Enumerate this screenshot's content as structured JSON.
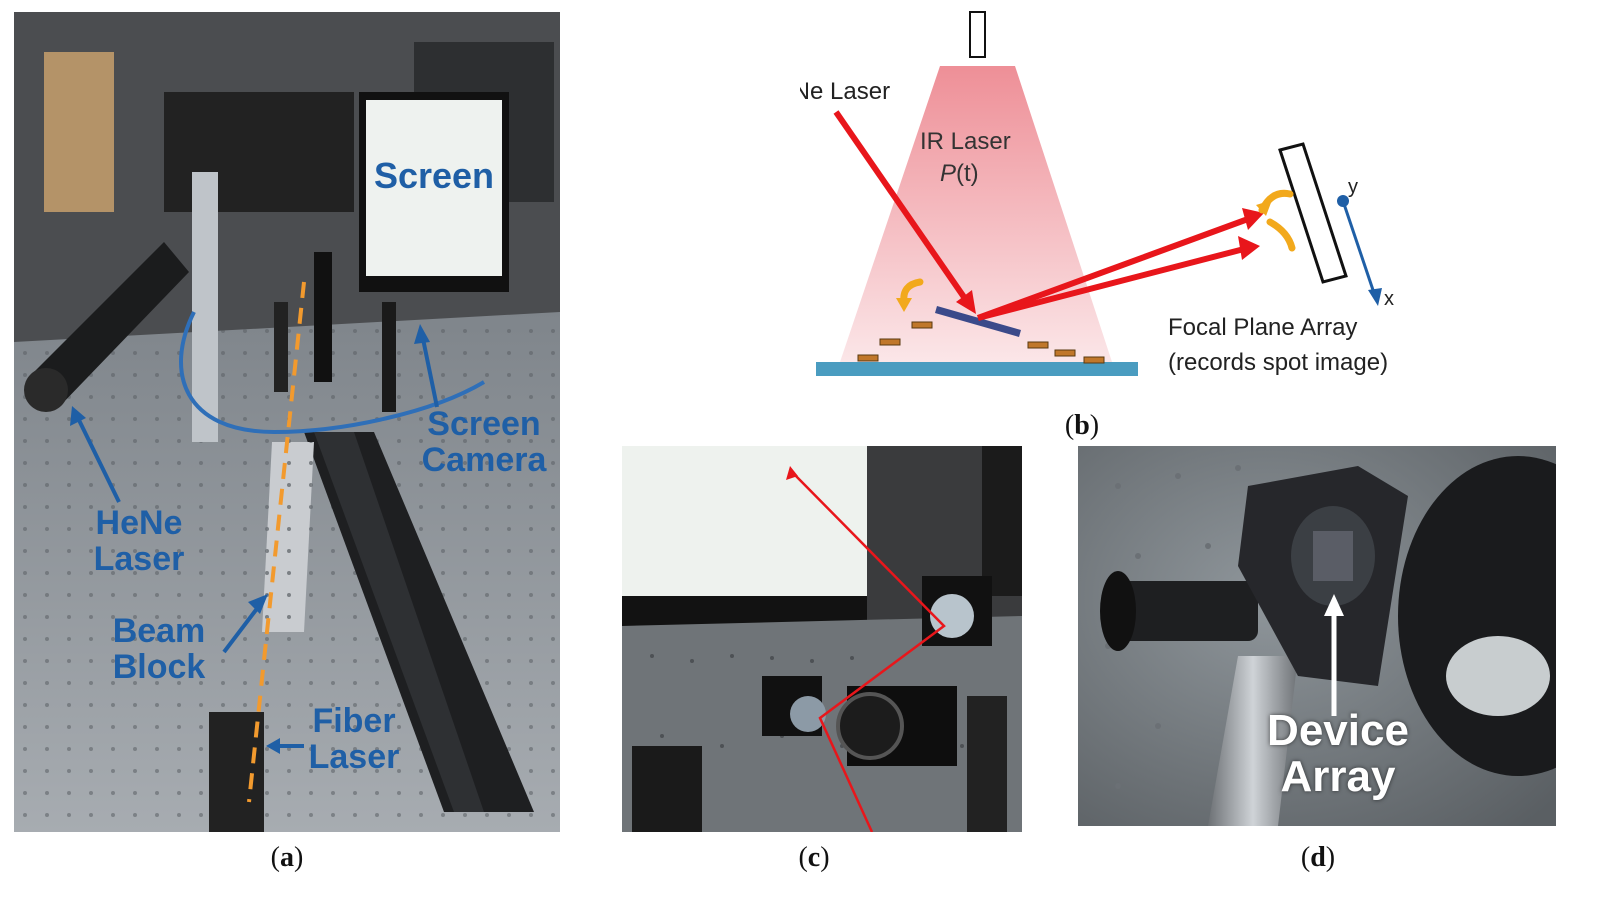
{
  "panel_a": {
    "caption_letter": "a",
    "labels": {
      "screen": "Screen",
      "screen_camera_1": "Screen",
      "screen_camera_2": "Camera",
      "hene_1": "HeNe",
      "hene_2": "Laser",
      "beam_block_1": "Beam",
      "beam_block_2": "Block",
      "fiber_1": "Fiber",
      "fiber_2": "Laser"
    }
  },
  "panel_b": {
    "caption_letter": "b",
    "hene_laser": "He-Ne Laser",
    "ir_laser": "IR Laser",
    "power_symbol": "P",
    "power_arg": "(t)",
    "fpa_line1": "Focal Plane Array",
    "fpa_line2": "(records spot image)",
    "axis_y": "y",
    "axis_x": "x"
  },
  "panel_c": {
    "caption_letter": "c"
  },
  "panel_d": {
    "caption_letter": "d",
    "device_1": "Device",
    "device_2": "Array"
  },
  "colors": {
    "label_blue": "#1f5fa6",
    "laser_red": "#e8161b",
    "ir_pink": "#f08a93",
    "substrate": "#4a9cc0",
    "pad_orange": "#c0772a",
    "arrow_orange": "#f2a91c",
    "axis_blue": "#1f5fa6"
  }
}
